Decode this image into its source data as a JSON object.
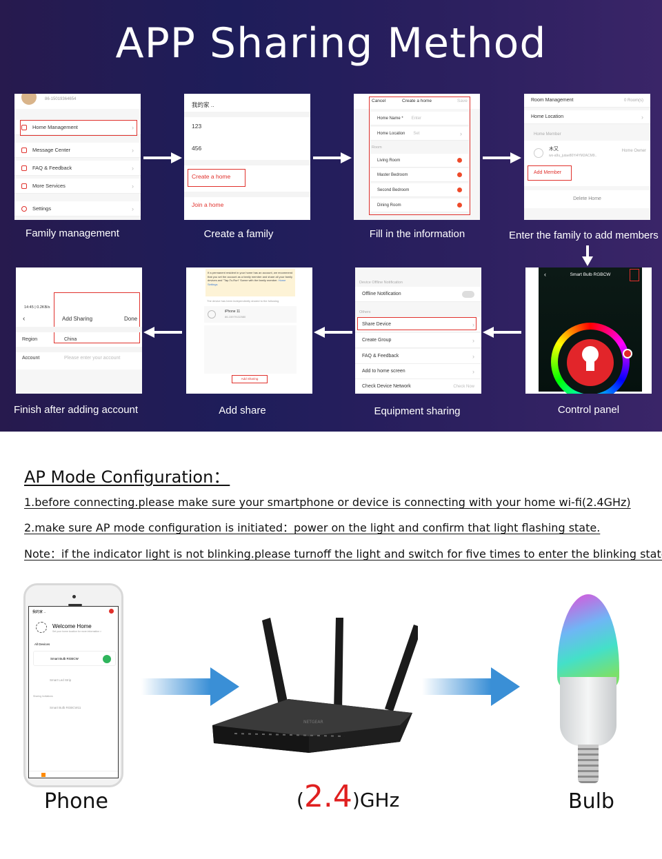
{
  "title": "APP Sharing Method",
  "captions": {
    "s1": "Family management",
    "s2": "Create a family",
    "s3": "Fill in the information",
    "s4": "Enter the family to add members",
    "s5": "Control panel",
    "s6": "Equipment sharing",
    "s7": "Add share",
    "s8": "Finish after adding account"
  },
  "s1": {
    "phone": "86-15019364654",
    "items": [
      "Home Management",
      "Message Center",
      "FAQ & Feedback",
      "More Services",
      "Settings"
    ]
  },
  "s2": {
    "items": [
      "我的家 ..",
      "123",
      "456"
    ],
    "create": "Create a home",
    "join": "Join a home"
  },
  "s3": {
    "cancel": "Cancel",
    "header": "Create a home",
    "save": "Save",
    "home_name": "Home Name *",
    "home_name_ph": "Enter",
    "home_location": "Home Location",
    "home_location_val": "Set",
    "rooms_label": "Room",
    "rooms": [
      "Living Room",
      "Master Bedroom",
      "Second Bedroom",
      "Dining Room"
    ]
  },
  "s4": {
    "room_mgmt": "Room Management",
    "room_count": "0 Room(s)",
    "location": "Home Location",
    "member_label": "Home Member",
    "member_name": "木又",
    "member_id": "wx-a9u_jutae80Yi4YM2ACM9..",
    "owner": "Home Owner",
    "add_member": "Add Member",
    "delete_home": "Delete Home"
  },
  "s5": {
    "title": "Smart Bulb RGBCW"
  },
  "s6": {
    "section1": "Device Offline Notification",
    "offline": "Offline Notification",
    "others": "Others",
    "items": [
      "Share Device",
      "Create Group",
      "FAQ & Feedback",
      "Add to home screen"
    ],
    "check_network": "Check Device Network",
    "check_now": "Check Now"
  },
  "s7": {
    "notice": "If a permanent resident in your home has an account, we recommend that you set the account as a family member and share all your family devices and \"Tap-To-Run\" Scene with the family member.",
    "notice_link": "Home Settings",
    "shared": "The device has been independently shared to the following",
    "device": "iPhone 11",
    "device_id": "86-15979132580",
    "button": "Add Sharing"
  },
  "s8": {
    "status": "14:45 | 0.2KB/s",
    "header": "Add Sharing",
    "done": "Done",
    "region_label": "Region",
    "region_val": "China",
    "account_label": "Account",
    "account_ph": "Please enter your account"
  },
  "ap": {
    "heading": "AP Mode Configuration：",
    "line1": "1.before connecting.please make sure your smartphone or device is connecting with your home wi-fi(2.4GHz)",
    "line2": "2.make sure AP mode configuration is initiated：power on the light and confirm that light flashing state.",
    "line3": "Note：if the indicator light is not blinking.please turnoff the light and switch for five times to enter the blinking state."
  },
  "phone": {
    "home": "我的家 ..",
    "welcome": "Welcome Home",
    "sub": "Set your home location for more information >",
    "all": "All Devices",
    "dev1": "Smart Bulb RGBCW",
    "dev2": "Smart Led Strip",
    "sharing": "Sharing Invitations",
    "dev3": "Smart Bulb RGBCW11"
  },
  "bottom": {
    "phone": "Phone",
    "ghz_open": "(",
    "ghz_num": "2.4",
    "ghz_close": ")GHz",
    "bulb": "Bulb",
    "router_brand": "NETGEAR"
  },
  "colors": {
    "accent": "#e0302b",
    "bg_top": "#231c55",
    "arrow_blue": "#3a8fd6"
  }
}
